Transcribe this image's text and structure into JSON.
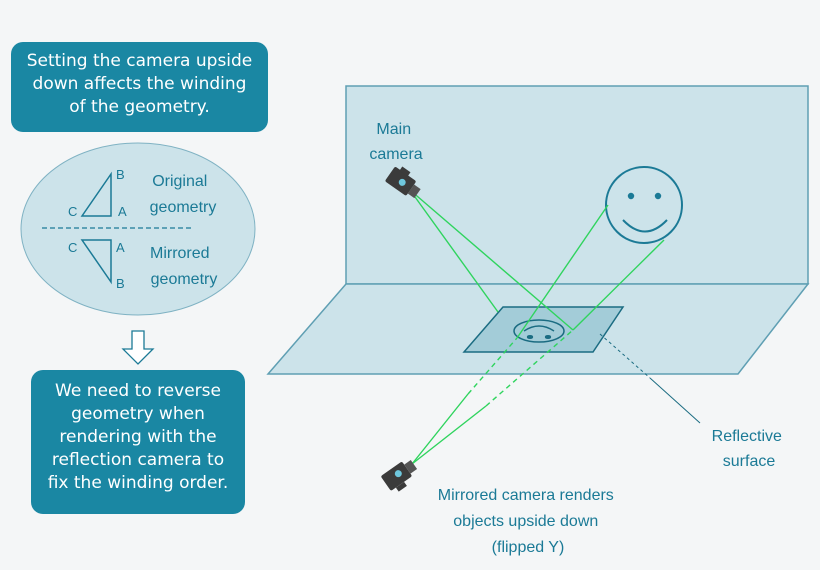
{
  "callouts": {
    "top": [
      "Setting the camera upside",
      "down  affects the winding",
      "of the geometry."
    ],
    "bottom": [
      "We need to reverse",
      "geometry when",
      "rendering with the",
      "reflection camera to",
      "fix the winding order."
    ]
  },
  "winding": {
    "original": {
      "vertices": [
        "B",
        "C",
        "A"
      ],
      "label": [
        "Original",
        "geometry"
      ]
    },
    "mirrored": {
      "vertices": [
        "C",
        "A",
        "B"
      ],
      "label": [
        "Mirrored",
        "geometry"
      ]
    }
  },
  "scene": {
    "main_camera_label": [
      "Main",
      "camera"
    ],
    "reflective_surface_label": [
      "Reflective",
      "surface"
    ],
    "mirrored_camera_label": [
      "Mirrored camera renders",
      "objects upside down",
      "(flipped Y)"
    ]
  },
  "colors": {
    "accent": "#1a87a3",
    "text_teal": "#1b7a96",
    "panel_fill": "#cce3ea",
    "panel_stroke": "#5f9fb3",
    "ray": "#2fd45e",
    "camera_body": "#3b3b3b",
    "camera_lens": "#6ec7dd"
  },
  "icons": [
    "down-arrow-icon",
    "main-camera-icon",
    "mirrored-camera-icon",
    "smiley-face-icon",
    "reflected-smiley-icon"
  ]
}
